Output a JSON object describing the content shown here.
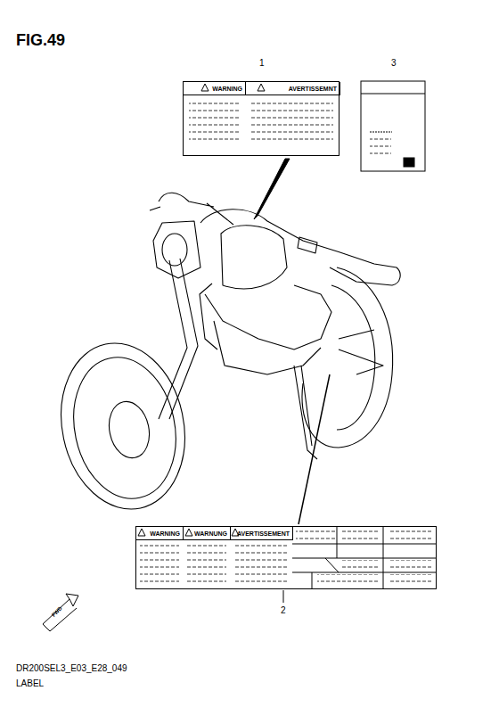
{
  "diagram": {
    "title": "FIG.49",
    "nodes": [
      {
        "text": [
          "WARNING",
          "AVERTISSEMNT"
        ]
      },
      {
        "text": [
          "WARNING",
          "WARNUNG",
          "AVERTISSEMENT"
        ]
      }
    ],
    "labels": [
      "1",
      "3",
      "2",
      "FWD",
      "DR200SEL3_E03_E28_049",
      "LABEL"
    ]
  }
}
